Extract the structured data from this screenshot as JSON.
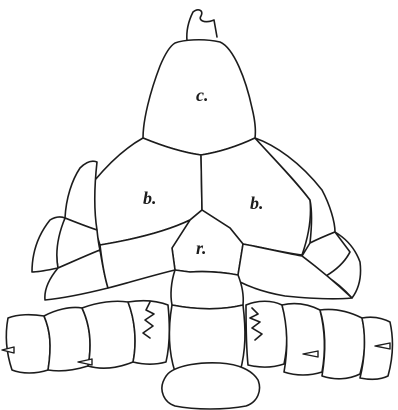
{
  "figure": {
    "labels": {
      "central_plate": "c.",
      "left_basal_plate": "b.",
      "right_basal_plate": "b.",
      "radial_plate": "r."
    }
  }
}
